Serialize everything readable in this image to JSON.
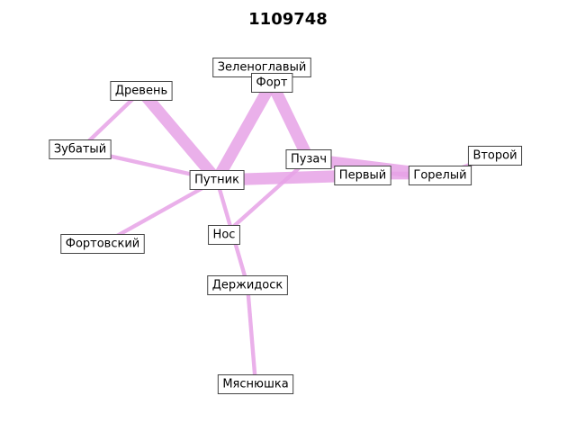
{
  "title": "1109748",
  "colors": {
    "edge": "#e6a2e6",
    "node_border": "#444444",
    "node_fill": "#ffffff"
  },
  "nodes": [
    {
      "id": "zelenoglavy",
      "label": "Зеленоглавый"
    },
    {
      "id": "fort",
      "label": "Форт"
    },
    {
      "id": "dreven",
      "label": "Древень"
    },
    {
      "id": "zubaty",
      "label": "Зубатый"
    },
    {
      "id": "putnik",
      "label": "Путник"
    },
    {
      "id": "puzach",
      "label": "Пузач"
    },
    {
      "id": "pervy",
      "label": "Первый"
    },
    {
      "id": "gorely",
      "label": "Горелый"
    },
    {
      "id": "vtoroy",
      "label": "Второй"
    },
    {
      "id": "fortovsky",
      "label": "Фортовский"
    },
    {
      "id": "nos",
      "label": "Нос"
    },
    {
      "id": "derzhidosk",
      "label": "Держидоск"
    },
    {
      "id": "myasnyushka",
      "label": "Мяснюшка"
    }
  ],
  "edges": [
    {
      "source": "putnik",
      "target": "pervy",
      "weight": 6
    },
    {
      "source": "putnik",
      "target": "dreven",
      "weight": 6
    },
    {
      "source": "putnik",
      "target": "fort",
      "weight": 6
    },
    {
      "source": "fort",
      "target": "puzach",
      "weight": 6
    },
    {
      "source": "puzach",
      "target": "gorely",
      "weight": 6
    },
    {
      "source": "pervy",
      "target": "gorely",
      "weight": 4
    },
    {
      "source": "gorely",
      "target": "vtoroy",
      "weight": 2
    },
    {
      "source": "putnik",
      "target": "zubaty",
      "weight": 2
    },
    {
      "source": "zubaty",
      "target": "dreven",
      "weight": 2
    },
    {
      "source": "putnik",
      "target": "fortovsky",
      "weight": 2
    },
    {
      "source": "putnik",
      "target": "derzhidosk",
      "weight": 2
    },
    {
      "source": "nos",
      "target": "puzach",
      "weight": 2
    },
    {
      "source": "derzhidosk",
      "target": "myasnyushka",
      "weight": 2
    }
  ]
}
